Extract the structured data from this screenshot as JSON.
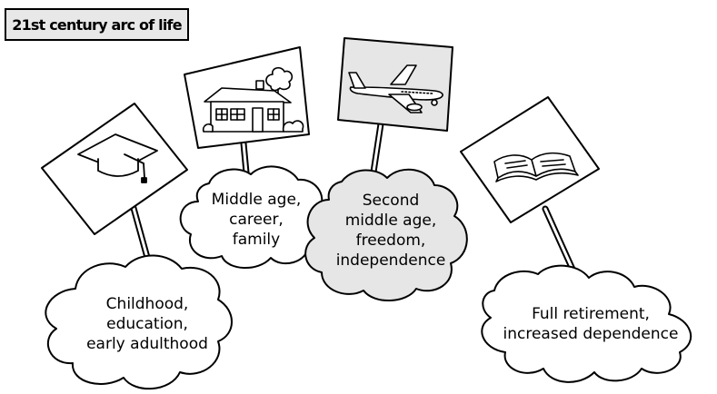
{
  "title": "21st century arc of life",
  "stages": [
    {
      "icon": "graduation-cap-icon",
      "lines": [
        "Childhood,",
        "education,",
        "early adulthood"
      ],
      "shaded": false
    },
    {
      "icon": "house-icon",
      "lines": [
        "Middle age,",
        "career,",
        "family"
      ],
      "shaded": false
    },
    {
      "icon": "airplane-icon",
      "lines": [
        "Second",
        "middle age,",
        "freedom,",
        "independence"
      ],
      "shaded": true
    },
    {
      "icon": "open-book-icon",
      "lines": [
        "Full retirement,",
        "increased dependence"
      ],
      "shaded": false
    }
  ],
  "colors": {
    "stroke": "#000000",
    "shaded_fill": "#e6e6e6",
    "fill": "#ffffff"
  }
}
